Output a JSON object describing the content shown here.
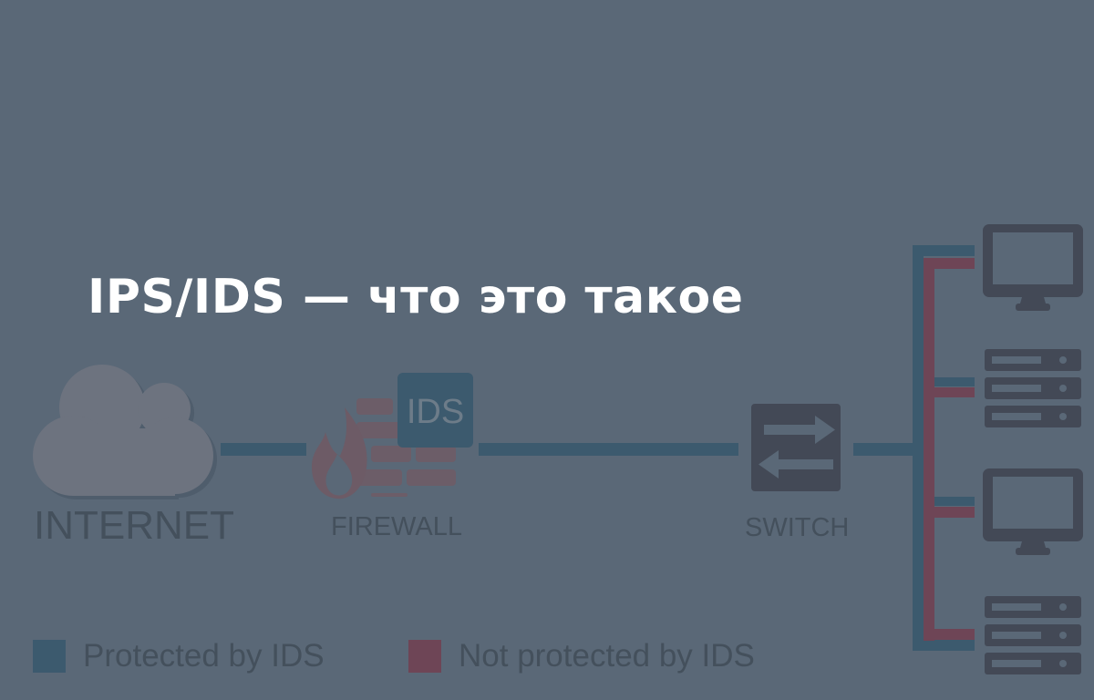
{
  "title": "IPS/IDS — что это такое",
  "nodes": {
    "internet": "INTERNET",
    "firewall": "FIREWALL",
    "ids_badge": "IDS",
    "switch": "SWITCH"
  },
  "legend": [
    {
      "label": "Protected by IDS",
      "color": "#3c5a6e"
    },
    {
      "label": "Not protected by IDS",
      "color": "#6e4556"
    }
  ],
  "colors": {
    "background": "#5a6877",
    "protected_line": "#3c5a6e",
    "unprotected_line": "#6e4556",
    "device": "#434956",
    "cloud": "#6d737f",
    "brick": "#6c5d68"
  },
  "endpoints": [
    {
      "type": "monitor",
      "icon": "monitor-icon"
    },
    {
      "type": "server",
      "icon": "server-icon"
    },
    {
      "type": "monitor",
      "icon": "monitor-icon"
    },
    {
      "type": "server",
      "icon": "server-icon"
    }
  ]
}
